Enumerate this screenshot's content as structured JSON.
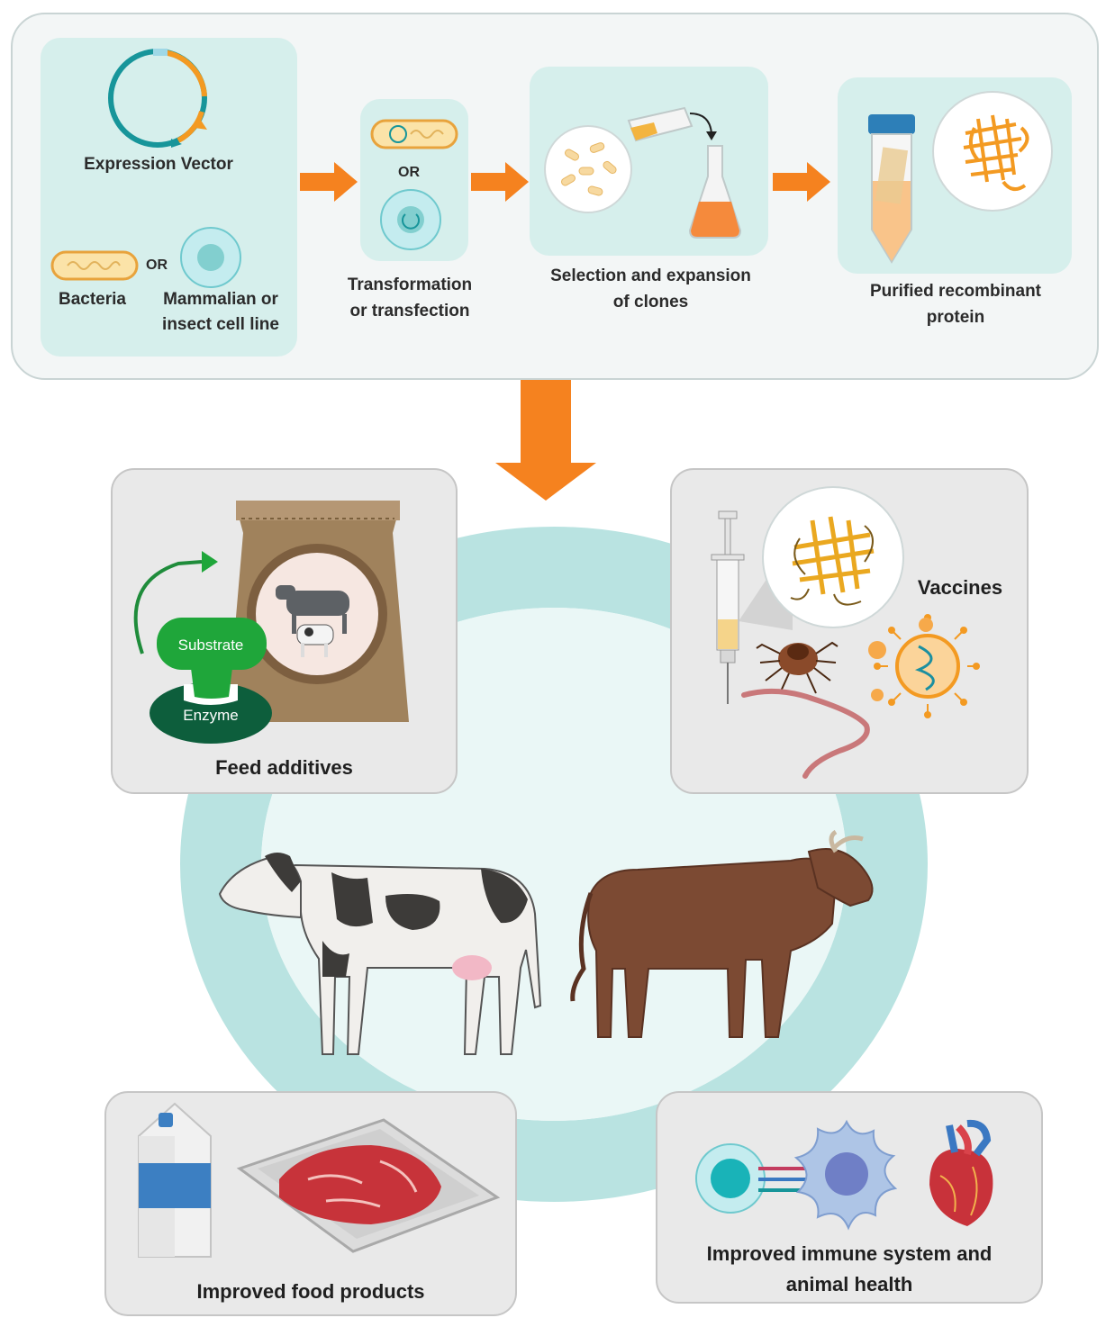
{
  "production": {
    "step1": {
      "vector_label": "Expression Vector",
      "or": "OR",
      "bacteria_label": "Bacteria",
      "cell_label_line1": "Mammalian or",
      "cell_label_line2": "insect cell line"
    },
    "step2": {
      "or": "OR",
      "label_line1": "Transformation",
      "label_line2": "or transfection"
    },
    "step3": {
      "label_line1": "Selection and expansion",
      "label_line2": "of clones"
    },
    "step4": {
      "label_line1": "Purified recombinant",
      "label_line2": "protein"
    }
  },
  "applications": {
    "feed": {
      "label": "Feed additives",
      "substrate": "Substrate",
      "enzyme": "Enzyme"
    },
    "vaccines": {
      "label": "Vaccines"
    },
    "food": {
      "label": "Improved food products"
    },
    "immune": {
      "label_line1": "Improved immune system and",
      "label_line2": "animal health"
    }
  },
  "colors": {
    "arrow": "#f5821f",
    "panel": "#d6efec",
    "ring": "#b9e3e1",
    "enzyme_dark": "#0d5e3c",
    "substrate_green": "#1fa63a"
  }
}
